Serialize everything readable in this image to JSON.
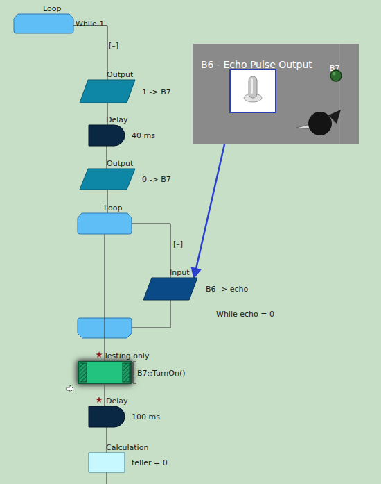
{
  "diagram": {
    "nodes": [
      {
        "text": [
          "Loop",
          "While 1"
        ]
      },
      {
        "text": [
          "Output",
          "1 -> B7"
        ]
      },
      {
        "text": [
          "Delay",
          "40 ms"
        ]
      },
      {
        "text": [
          "Output",
          "0 -> B7"
        ]
      },
      {
        "text": [
          "Loop"
        ]
      },
      {
        "text": [
          "Input",
          "B6 -> echo"
        ]
      },
      {
        "text": [
          "Testing only",
          "B7::TurnOn()"
        ]
      },
      {
        "text": [
          "Delay",
          "100 ms"
        ]
      },
      {
        "text": [
          "Calculation",
          "teller = 0"
        ]
      },
      {
        "text": [
          "B6 - Echo Pulse Output",
          "B7"
        ]
      }
    ],
    "edges": [
      {
        "from": 0,
        "to": 1,
        "arrow": "none"
      },
      {
        "from": 1,
        "to": 2,
        "arrow": "none"
      },
      {
        "from": 2,
        "to": 3,
        "arrow": "none"
      },
      {
        "from": 3,
        "to": 4,
        "arrow": "none"
      },
      {
        "from": 4,
        "to": 5,
        "arrow": "none"
      },
      {
        "from": 4,
        "to": 6,
        "arrow": "none"
      },
      {
        "from": 6,
        "to": 7,
        "arrow": "none"
      },
      {
        "from": 7,
        "to": 8,
        "arrow": "none"
      },
      {
        "from": 9,
        "to": 5,
        "arrow": "to"
      }
    ],
    "labels": [
      "[–]",
      "[–]",
      "While echo = 0"
    ]
  }
}
